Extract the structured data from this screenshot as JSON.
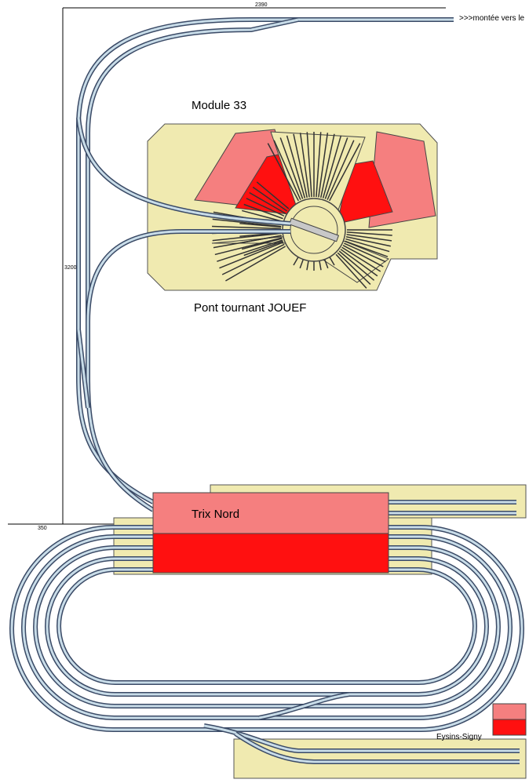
{
  "labels": {
    "module": "Module 33",
    "turntable": "Pont tournant JOUEF",
    "station_main": "Trix Nord",
    "station_small": "Eysins-Signy",
    "ramp": ">>>montée vers le",
    "dim_top": "2390",
    "dim_left": "3200",
    "dim_bottom": "350"
  },
  "colors": {
    "baseboard": "#f0eab0",
    "track_rail": "#3a4a66",
    "track_fill": "#c8dce8",
    "platform_light": "#f57f7f",
    "platform_red": "#ff1010",
    "outline": "#444444"
  }
}
